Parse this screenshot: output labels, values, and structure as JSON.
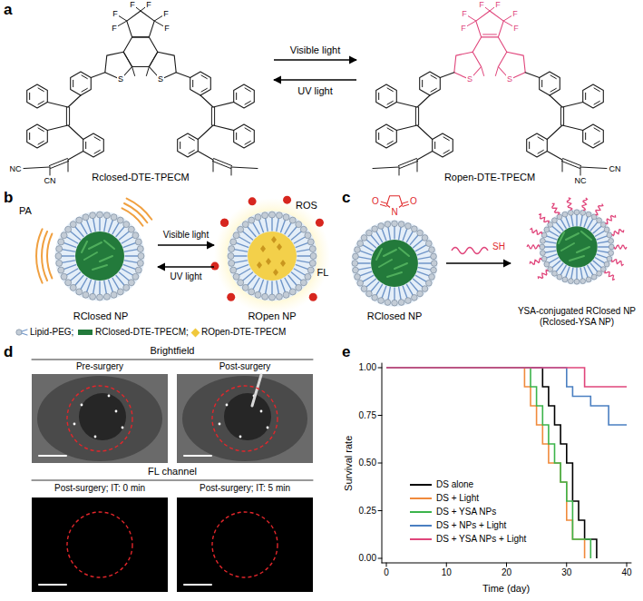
{
  "diagram": {
    "nodes": [
      {
        "text": [
          "Rclosed-DTE-TPECM"
        ]
      },
      {
        "text": [
          "Ropen-DTE-TPECM"
        ]
      },
      {
        "text": [
          "RClosed NP"
        ]
      },
      {
        "text": [
          "ROpen NP"
        ]
      },
      {
        "text": [
          "RClosed NP"
        ]
      },
      {
        "text": [
          "YSA-conjugated RClosed NP (Rclosed-YSA NP)"
        ]
      }
    ],
    "edges": [
      {
        "from": 0,
        "to": 1,
        "label": "Visible light",
        "arrow": "to"
      },
      {
        "from": 1,
        "to": 0,
        "label": "UV light",
        "arrow": "to"
      },
      {
        "from": 2,
        "to": 3,
        "label": "Visible light",
        "arrow": "to"
      },
      {
        "from": 3,
        "to": 2,
        "label": "UV light",
        "arrow": "to"
      },
      {
        "from": 4,
        "to": 5,
        "arrow": "to"
      }
    ],
    "labels": [
      "a",
      "F",
      "F",
      "F",
      "F",
      "F",
      "F",
      "S",
      "S",
      "NC",
      "CN",
      "F",
      "F",
      "F",
      "F",
      "F",
      "F",
      "S",
      "S",
      "NC",
      "CN",
      "b",
      "PA",
      "ROS",
      "FL",
      "c",
      "O",
      "N",
      "O",
      "SH",
      "d",
      "Brightfield",
      "Pre-surgery",
      "Post-surgery",
      "FL channel",
      "Post-surgery; IT: 0 min",
      "Post-surgery; IT: 5 min",
      "e",
      "1.00",
      "0.75",
      "0.50",
      "0.25",
      "0.00",
      "Survival rate",
      "0",
      "10",
      "20",
      "30",
      "40",
      "Time (day)"
    ],
    "legend": [
      {
        "text": "Lipid-PEG;"
      },
      {
        "text": "RClosed-DTE-TPECM;",
        "color": "#237a3b"
      },
      {
        "text": "ROpen-DTE-TPECM",
        "color": "#f0c83c"
      },
      {
        "text": "DS alone",
        "color": "#000000"
      },
      {
        "text": "DS + Light",
        "color": "#f08a3c"
      },
      {
        "text": "DS + YSA NPs",
        "color": "#3cb44b"
      },
      {
        "text": "DS + NPs + Light",
        "color": "#4a7fc1"
      },
      {
        "text": "DS + YSA NPs + Light",
        "color": "#e0457b"
      }
    ]
  }
}
